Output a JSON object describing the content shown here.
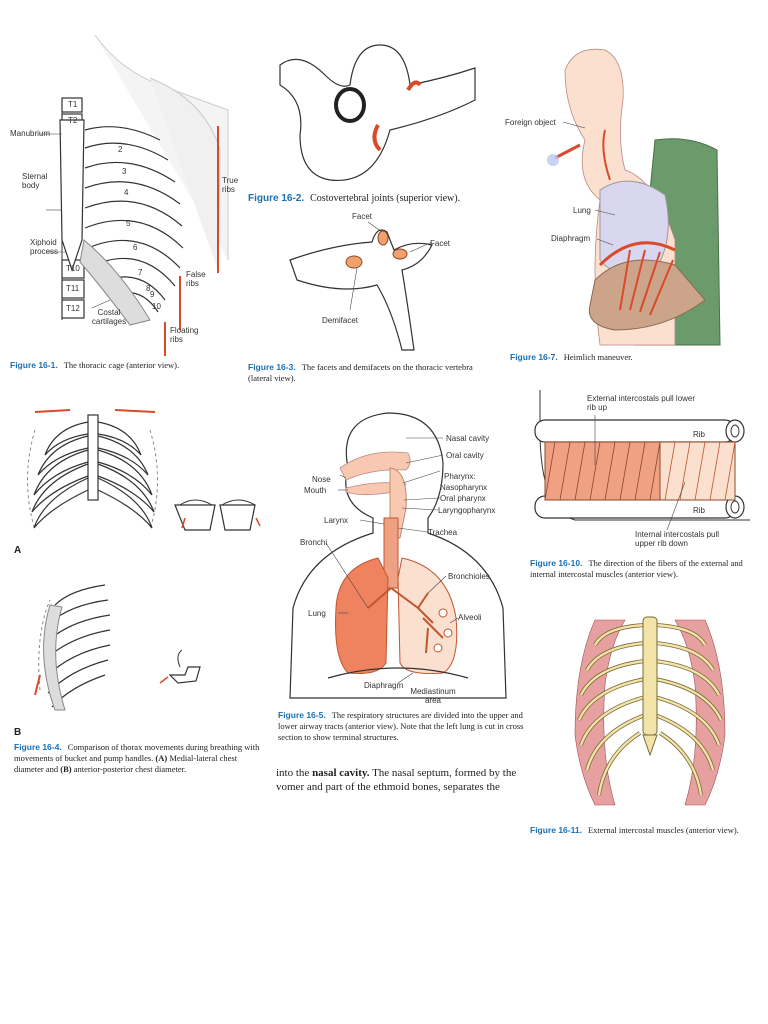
{
  "fig16_1": {
    "labels": {
      "t1": "T1",
      "t2": "T2",
      "manubrium": "Manubrium",
      "sternal_body": "Sternal body",
      "xiphoid": "Xiphoid process",
      "t10": "T10",
      "t11": "T11",
      "t12": "T12",
      "costal": "Costal cartilages",
      "true_ribs": "True ribs",
      "false_ribs": "False ribs",
      "floating_ribs": "Floating ribs",
      "r2": "2",
      "r3": "3",
      "r4": "4",
      "r5": "5",
      "r6": "6",
      "r7": "7",
      "r8": "8",
      "r9": "9",
      "r10": "10"
    },
    "caption_num": "Figure 16-1.",
    "caption_text": "The thoracic cage (anterior view)."
  },
  "fig16_2": {
    "caption_num": "Figure 16-2.",
    "caption_text": "Costovertebral joints (superior view)."
  },
  "fig16_3": {
    "labels": {
      "facet_top": "Facet",
      "facet_right": "Facet",
      "demifacet": "Demifacet"
    },
    "caption_num": "Figure 16-3.",
    "caption_text": "The facets and demifacets on the thoracic vertebra (lateral view)."
  },
  "fig16_7": {
    "labels": {
      "foreign": "Foreign object",
      "lung": "Lung",
      "diaphragm": "Diaphragm"
    },
    "caption_num": "Figure 16-7.",
    "caption_text": "Heimlich maneuver."
  },
  "fig16_4": {
    "panel_a": "A",
    "panel_b": "B",
    "caption_num": "Figure 16-4.",
    "caption_text": "Comparison of thorax movements during breathing with movements of bucket and pump handles.",
    "caption_a_tag": "(A)",
    "caption_a_text": "Medial-lateral chest diameter and",
    "caption_b_tag": "(B)",
    "caption_b_text": "anterior-posterior chest diameter."
  },
  "fig16_5": {
    "labels": {
      "nasal_cavity": "Nasal cavity",
      "oral_cavity": "Oral cavity",
      "pharynx": "Pharynx:",
      "nasopharynx": "Nasopharynx",
      "oral_pharynx": "Oral pharynx",
      "laryngopharynx": "Laryngopharynx",
      "nose": "Nose",
      "mouth": "Mouth",
      "larynx": "Larynx",
      "trachea": "Trachea",
      "bronchi": "Bronchi",
      "bronchioles": "Bronchioles",
      "lung": "Lung",
      "alveoli": "Alveoli",
      "diaphragm": "Diaphragm",
      "mediastinum": "Mediastinum area"
    },
    "caption_num": "Figure 16-5.",
    "caption_text": "The respiratory structures are divided into the upper and lower airway tracts (anterior view). Note that the left lung is cut in cross section to show terminal structures."
  },
  "fig16_10": {
    "labels": {
      "external": "External intercostals pull lower rib up",
      "rib_top": "Rib",
      "rib_bottom": "Rib",
      "internal": "Internal intercostals pull upper rib down"
    },
    "caption_num": "Figure 16-10.",
    "caption_text": "The direction of the fibers of the external and internal intercostal muscles (anterior view)."
  },
  "fig16_11": {
    "caption_num": "Figure 16-11.",
    "caption_text": "External intercostal muscles (anterior view)."
  },
  "body_text": {
    "lead": "into the ",
    "bold": "nasal cavity.",
    "rest": " The nasal septum, formed by the vomer and part of the ethmoid bones, separates the"
  },
  "colors": {
    "caption_blue": "#1b6fb3",
    "accent_red": "#d94a2a",
    "lung_orange": "#f0835f",
    "bone_yellow": "#f2e3a8"
  }
}
